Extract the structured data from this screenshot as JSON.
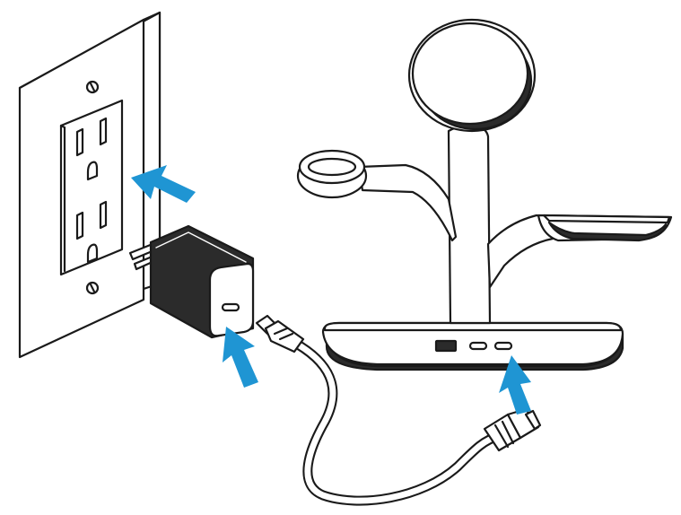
{
  "diagram": {
    "description_labels": [],
    "colors": {
      "line": "#1a1a1a",
      "arrow": "#1f95d3",
      "device_dark": "#2b2b2b",
      "background": "#ffffff"
    },
    "components": [
      {
        "id": "wall-outlet",
        "icon": "wall-outlet-icon"
      },
      {
        "id": "wall-adapter",
        "icon": "usb-c-power-adapter-icon"
      },
      {
        "id": "usb-c-cable",
        "icon": "usb-c-cable-icon"
      },
      {
        "id": "charging-stand",
        "icon": "charging-stand-icon"
      }
    ],
    "arrows": [
      {
        "id": "arrow-to-outlet",
        "icon": "arrow-icon"
      },
      {
        "id": "arrow-to-adapter-port",
        "icon": "arrow-icon"
      },
      {
        "id": "arrow-to-stand-port",
        "icon": "arrow-icon"
      }
    ]
  }
}
